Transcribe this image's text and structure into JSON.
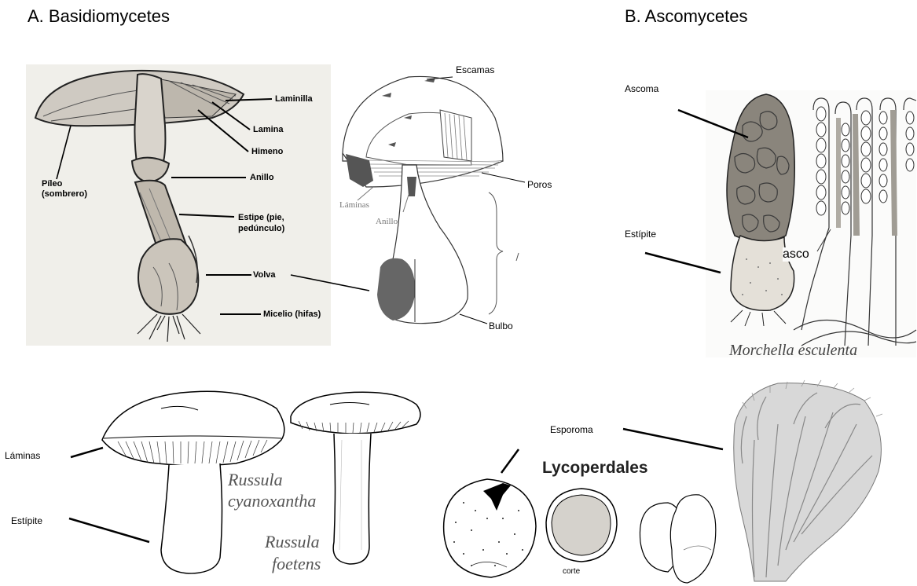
{
  "titles": {
    "basidiomycetes": "A. Basidiomycetes",
    "ascomycetes": "B. Ascomycetes"
  },
  "amanita_labels": {
    "laminilla": "Laminilla",
    "lamina": "Lamina",
    "himeno": "Himeno",
    "anillo": "Anillo",
    "pileo_1": "Píleo",
    "pileo_2": "(sombrero)",
    "estipe_1": "Estipe (pie,",
    "estipe_2": "pedúnculo)",
    "volva": "Volva",
    "micelio": "Micelio (hifas)"
  },
  "boletus_labels": {
    "escamas": "Escamas",
    "poros": "Poros",
    "laminas": "Láminas",
    "anillo": "Anillo",
    "bulbo": "Bulbo"
  },
  "morchella_labels": {
    "ascoma": "Ascoma",
    "estipite": "Estípite",
    "asco": "asco",
    "species": "Morchella esculenta"
  },
  "russula_labels": {
    "laminas": "Láminas",
    "estipite": "Estípite",
    "species1_1": "Russula",
    "species1_2": "cyanoxantha",
    "species2_1": "Russula",
    "species2_2": "foetens"
  },
  "lycoperdales_labels": {
    "esporoma": "Esporoma",
    "group": "Lycoperdales",
    "corte": "corte"
  }
}
